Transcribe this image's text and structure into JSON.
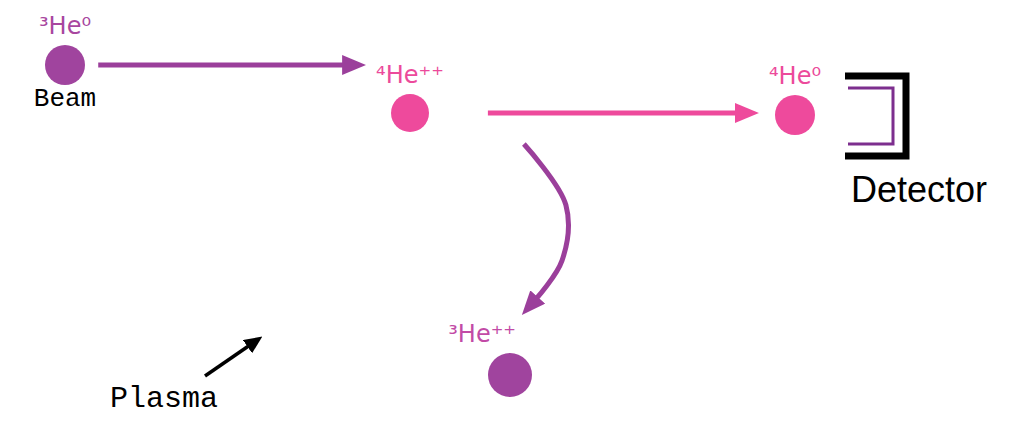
{
  "diagram": {
    "nodes": [
      {
        "text": [
          "³He⁰",
          "Beam"
        ]
      },
      {
        "text": [
          "Plasma"
        ]
      },
      {
        "text": [
          "⁴He⁺⁺"
        ],
        "in": 1
      },
      {
        "text": [
          "³He⁺⁺"
        ],
        "in": 1
      },
      {
        "text": [
          "⁴He⁰"
        ]
      },
      {
        "text": [
          "Detector"
        ]
      }
    ],
    "edges": [
      {
        "from": 0,
        "to": 2,
        "arrow": "to"
      },
      {
        "from": 2,
        "to": 4,
        "arrow": "to"
      },
      {
        "from": 2,
        "to": 3,
        "arrow": "to"
      }
    ]
  }
}
